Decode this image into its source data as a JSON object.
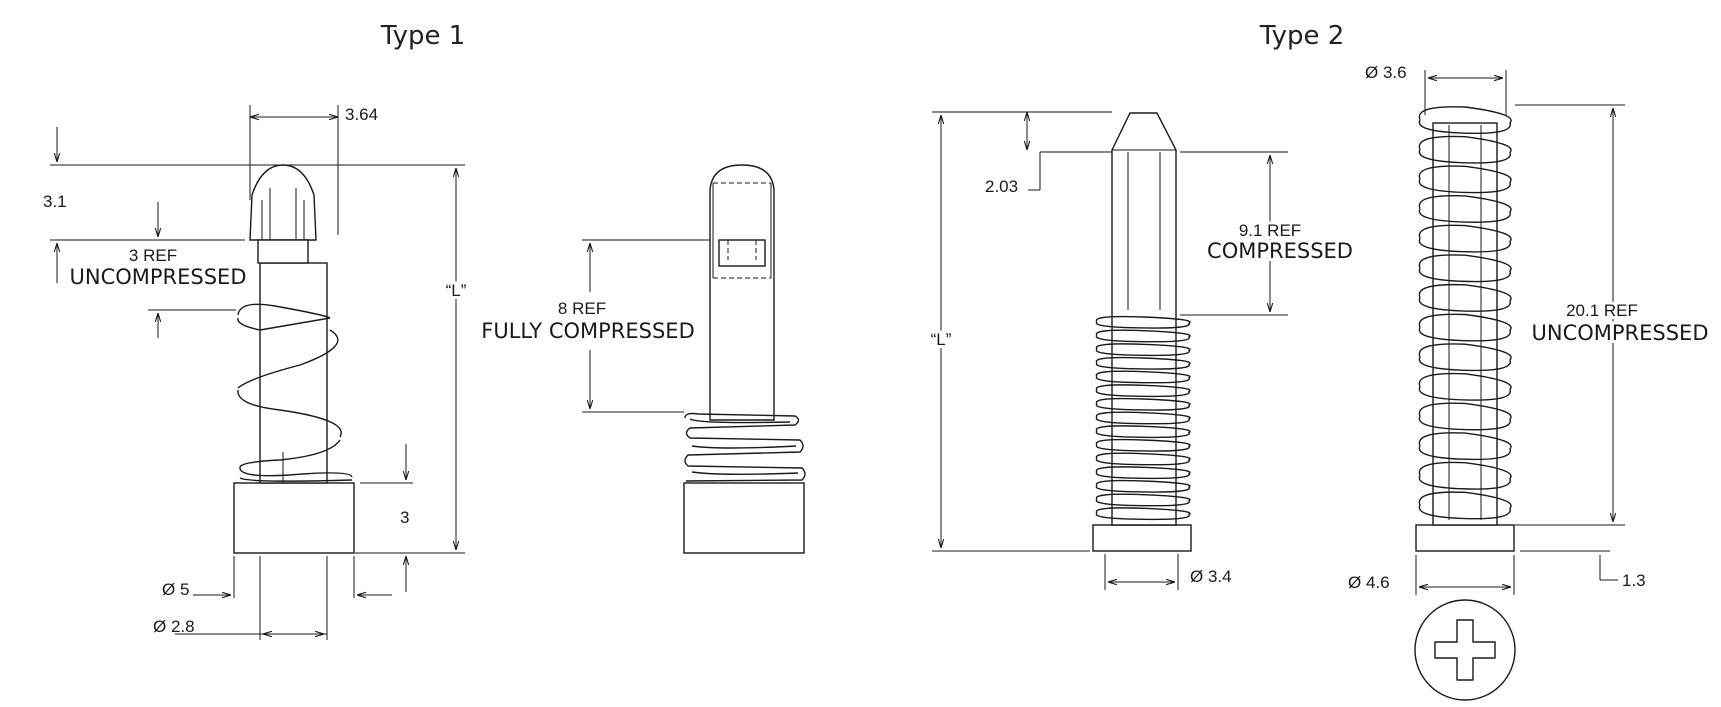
{
  "type1": {
    "title": "Type 1",
    "dim_top_width": "3.64",
    "dim_cap_height": "3.1",
    "dim_uncompressed_value": "3 REF",
    "dim_uncompressed_label": "UNCOMPRESSED",
    "dim_length": "“L”",
    "dim_base_height": "3",
    "dim_base_dia": "Ø 5",
    "dim_shaft_dia": "Ø 2.8",
    "dim_compressed_value": "8 REF",
    "dim_compressed_label": "FULLY COMPRESSED"
  },
  "type2": {
    "title": "Type 2",
    "dim_tip_height": "2.03",
    "dim_compressed_value": "9.1  REF",
    "dim_compressed_label": "COMPRESSED",
    "dim_length": "“L”",
    "dim_base_dia_compressed": "Ø 3.4",
    "dim_spring_dia": "Ø 3.6",
    "dim_uncompressed_value": "20.1  REF",
    "dim_uncompressed_label": "UNCOMPRESSED",
    "dim_head_dia": "Ø 4.6",
    "dim_head_height": "1.3"
  }
}
